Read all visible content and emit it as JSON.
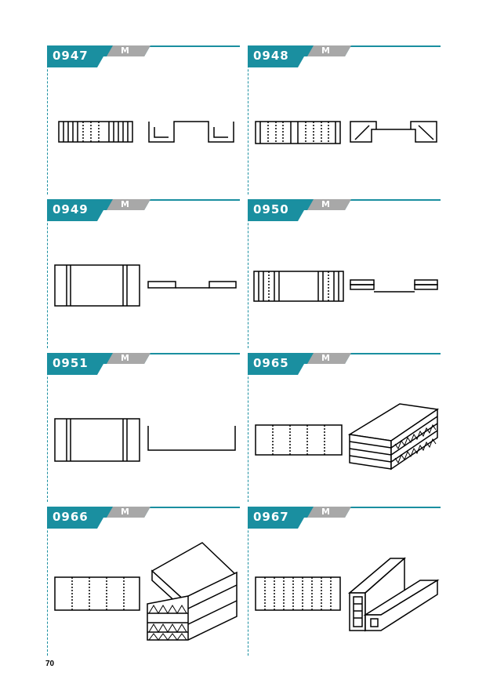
{
  "page_number": "70",
  "accent_color": "#1a8fa0",
  "grade_color": "#a8a8a8",
  "cells": [
    {
      "code": "0947",
      "grade": "M"
    },
    {
      "code": "0948",
      "grade": "M"
    },
    {
      "code": "0949",
      "grade": "M"
    },
    {
      "code": "0950",
      "grade": "M"
    },
    {
      "code": "0951",
      "grade": "M"
    },
    {
      "code": "0965",
      "grade": "M"
    },
    {
      "code": "0966",
      "grade": "M"
    },
    {
      "code": "0967",
      "grade": "M"
    }
  ]
}
